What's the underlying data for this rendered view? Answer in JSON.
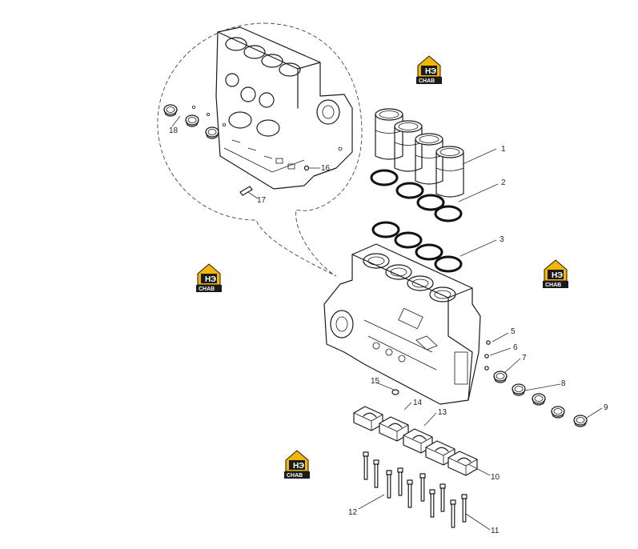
{
  "diagram": {
    "callouts": [
      {
        "num": "1"
      },
      {
        "num": "2"
      },
      {
        "num": "3"
      },
      {
        "num": "5"
      },
      {
        "num": "6"
      },
      {
        "num": "7"
      },
      {
        "num": "8"
      },
      {
        "num": "9"
      },
      {
        "num": "10"
      },
      {
        "num": "11"
      },
      {
        "num": "12"
      },
      {
        "num": "13"
      },
      {
        "num": "14"
      },
      {
        "num": "15"
      },
      {
        "num": "16"
      },
      {
        "num": "17"
      },
      {
        "num": "18"
      }
    ],
    "watermark": {
      "top": "H",
      "mid": "Э",
      "bottom": "CHAB",
      "accent_color": "#f2b705",
      "dark_color": "#1a1a1a"
    }
  }
}
